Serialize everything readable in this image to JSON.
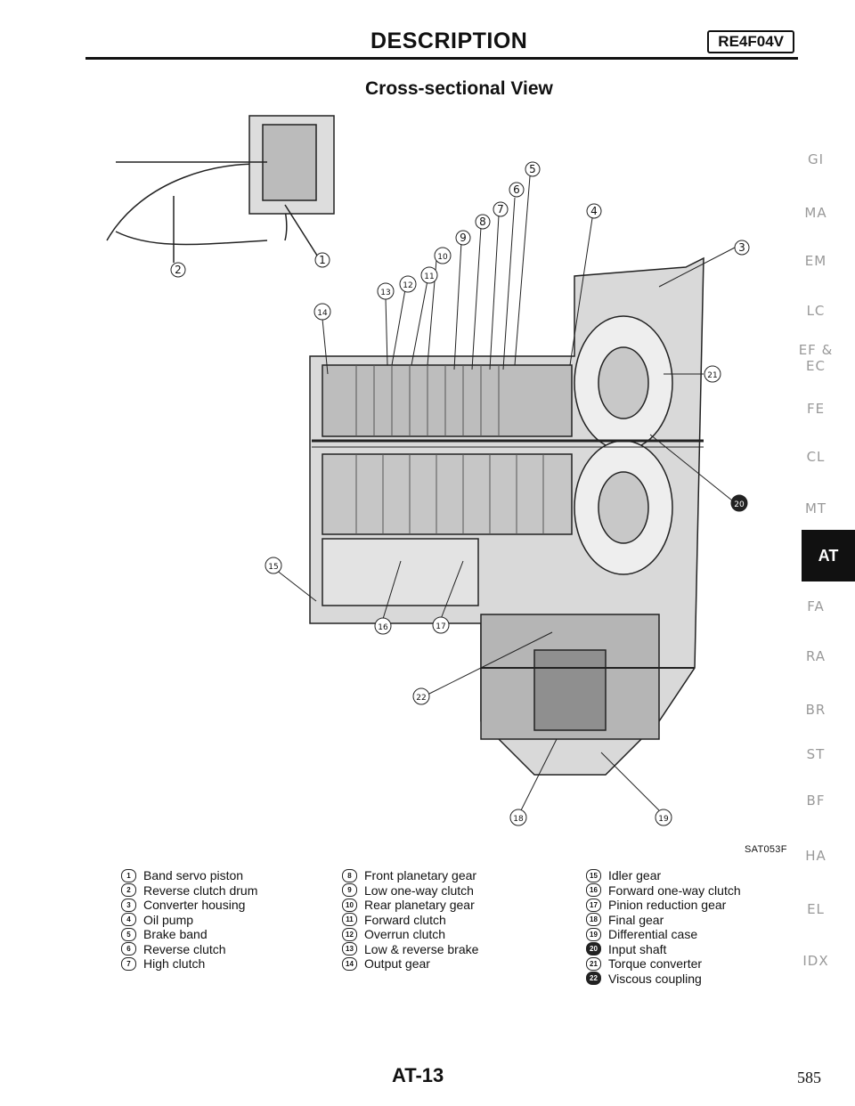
{
  "header": {
    "title": "DESCRIPTION",
    "model": "RE4F04V"
  },
  "section_title": "Cross-sectional View",
  "figure": {
    "code": "SAT053F",
    "callouts": [
      "1",
      "2",
      "3",
      "4",
      "5",
      "6",
      "7",
      "8",
      "9",
      "10",
      "11",
      "12",
      "13",
      "14",
      "15",
      "16",
      "17",
      "18",
      "19",
      "20",
      "21",
      "22"
    ]
  },
  "legend": {
    "col1": [
      {
        "num": "1",
        "label": "Band servo piston"
      },
      {
        "num": "2",
        "label": "Reverse clutch drum"
      },
      {
        "num": "3",
        "label": "Converter housing"
      },
      {
        "num": "4",
        "label": "Oil pump"
      },
      {
        "num": "5",
        "label": "Brake band"
      },
      {
        "num": "6",
        "label": "Reverse clutch"
      },
      {
        "num": "7",
        "label": "High clutch"
      }
    ],
    "col2": [
      {
        "num": "8",
        "label": "Front planetary gear"
      },
      {
        "num": "9",
        "label": "Low one-way clutch"
      },
      {
        "num": "10",
        "label": "Rear planetary gear"
      },
      {
        "num": "11",
        "label": "Forward clutch"
      },
      {
        "num": "12",
        "label": "Overrun clutch"
      },
      {
        "num": "13",
        "label": "Low & reverse brake"
      },
      {
        "num": "14",
        "label": "Output gear"
      }
    ],
    "col3": [
      {
        "num": "15",
        "label": "Idler gear"
      },
      {
        "num": "16",
        "label": "Forward one-way clutch"
      },
      {
        "num": "17",
        "label": "Pinion reduction gear"
      },
      {
        "num": "18",
        "label": "Final gear"
      },
      {
        "num": "19",
        "label": "Differential case"
      },
      {
        "num": "20",
        "label": "Input shaft"
      },
      {
        "num": "21",
        "label": "Torque converter"
      },
      {
        "num": "22",
        "label": "Viscous coupling"
      }
    ]
  },
  "side_index": {
    "tabs": [
      "GI",
      "MA",
      "EM",
      "LC",
      "EF &",
      "EC",
      "FE",
      "CL",
      "MT",
      "FA",
      "RA",
      "BR",
      "ST",
      "BF",
      "HA",
      "EL",
      "IDX"
    ],
    "active": "AT"
  },
  "footer": {
    "page_code": "AT-13",
    "page_number": "585"
  }
}
